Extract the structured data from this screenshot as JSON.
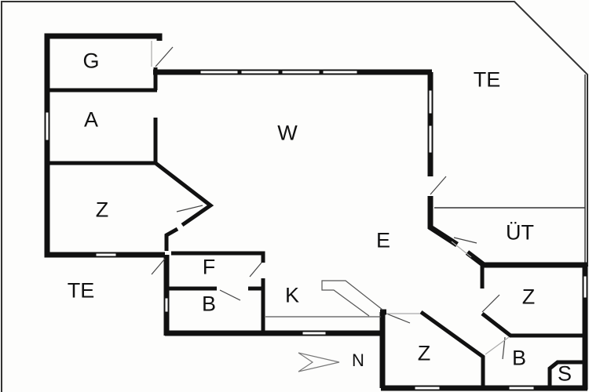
{
  "plan": {
    "rooms": {
      "g": "G",
      "a": "A",
      "w": "W",
      "te_top": "TE",
      "z_left": "Z",
      "ut": "ÜT",
      "e": "E",
      "f": "F",
      "te_bottom": "TE",
      "k": "K",
      "b_left": "B",
      "z_right": "Z",
      "z_bottom": "Z",
      "b_right": "B",
      "s": "S"
    },
    "compass_label": "N",
    "colors": {
      "wall": "#111111",
      "background": "#fdfdfc",
      "thin": "#555555"
    }
  }
}
